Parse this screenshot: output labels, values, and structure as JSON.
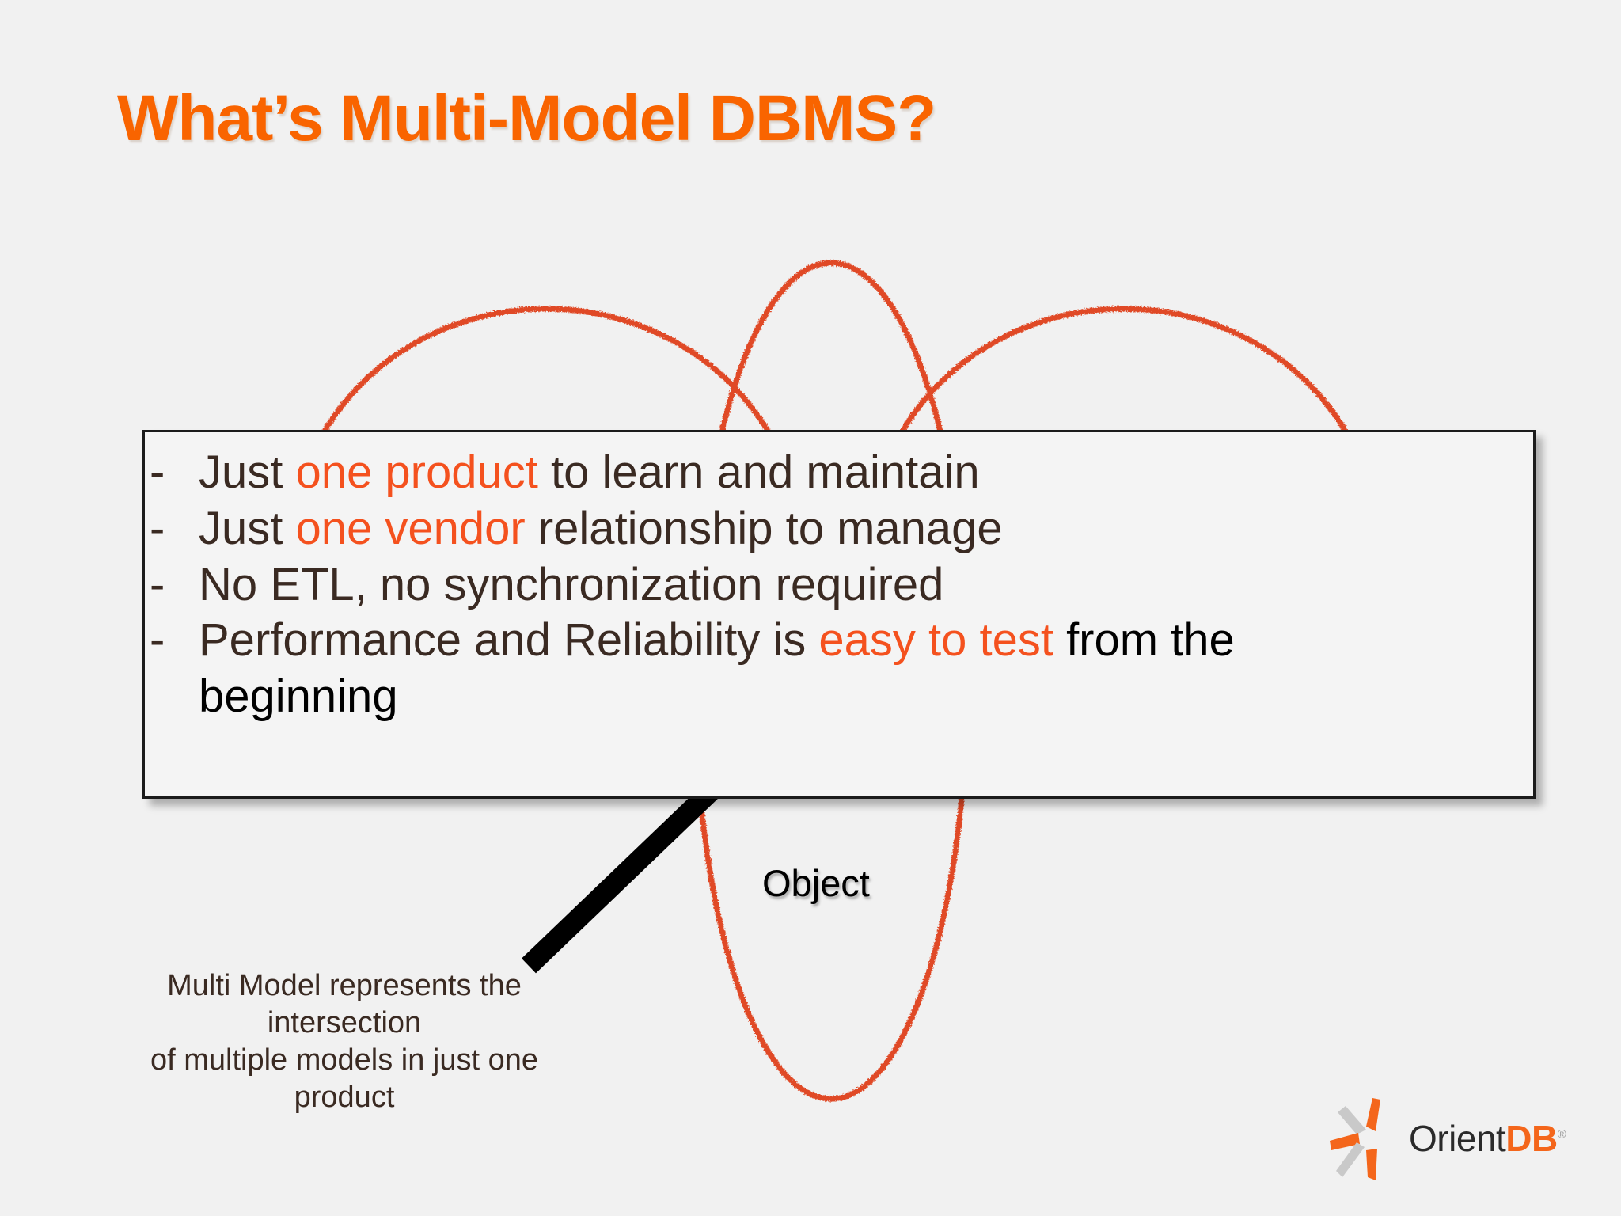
{
  "slide": {
    "background_color": "#f1f1f1",
    "title": "What’s Multi-Model DBMS?",
    "title_color": "#f96400"
  },
  "content_box": {
    "accent_color": "#f4511e",
    "text_color": "#3a2a22",
    "bullets": [
      {
        "marker": "-",
        "segments": [
          {
            "text": "Just ",
            "style": "normal"
          },
          {
            "text": "one product",
            "style": "highlight"
          },
          {
            "text": " to learn and maintain",
            "style": "normal"
          }
        ]
      },
      {
        "marker": "-",
        "segments": [
          {
            "text": "Just ",
            "style": "normal"
          },
          {
            "text": "one vendor",
            "style": "highlight"
          },
          {
            "text": " relationship to manage",
            "style": "normal"
          }
        ]
      },
      {
        "marker": "-",
        "segments": [
          {
            "text": "No ETL, no synchronization required",
            "style": "normal"
          }
        ]
      },
      {
        "marker": "-",
        "segments": [
          {
            "text": "Performance and Reliability is ",
            "style": "normal"
          },
          {
            "text": "easy to test",
            "style": "highlight"
          },
          {
            "text": " from the",
            "style": "black"
          }
        ],
        "wrap_line": "beginning"
      }
    ]
  },
  "venn": {
    "stroke_color": "#e04a28",
    "label_object": "Object"
  },
  "caption": {
    "lines": [
      "Multi Model represents the",
      "intersection",
      "of multiple models in just one",
      "product"
    ]
  },
  "logo": {
    "name_part1": "Orient",
    "name_part2": "DB",
    "registered_mark": "®",
    "orange": "#f4661b",
    "gray": "#c9c9c9",
    "dark": "#2b2b2b"
  }
}
